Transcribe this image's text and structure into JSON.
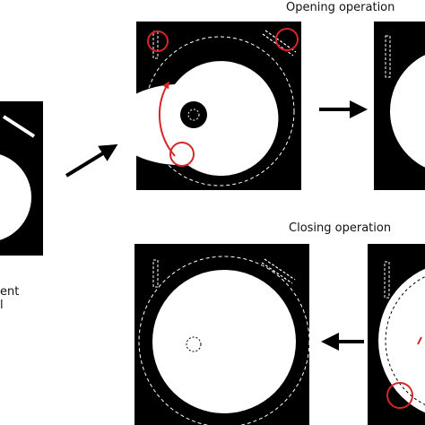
{
  "labels": {
    "opening": "Opening operation",
    "closing": "Closing operation",
    "left_caption_line1": "ent",
    "left_caption_line2": "l"
  },
  "colors": {
    "panel": "#000000",
    "disc": "#ffffff",
    "dashed": "#ffffff",
    "highlight": "#d62728",
    "arrow": "#000000",
    "text": "#111111"
  }
}
